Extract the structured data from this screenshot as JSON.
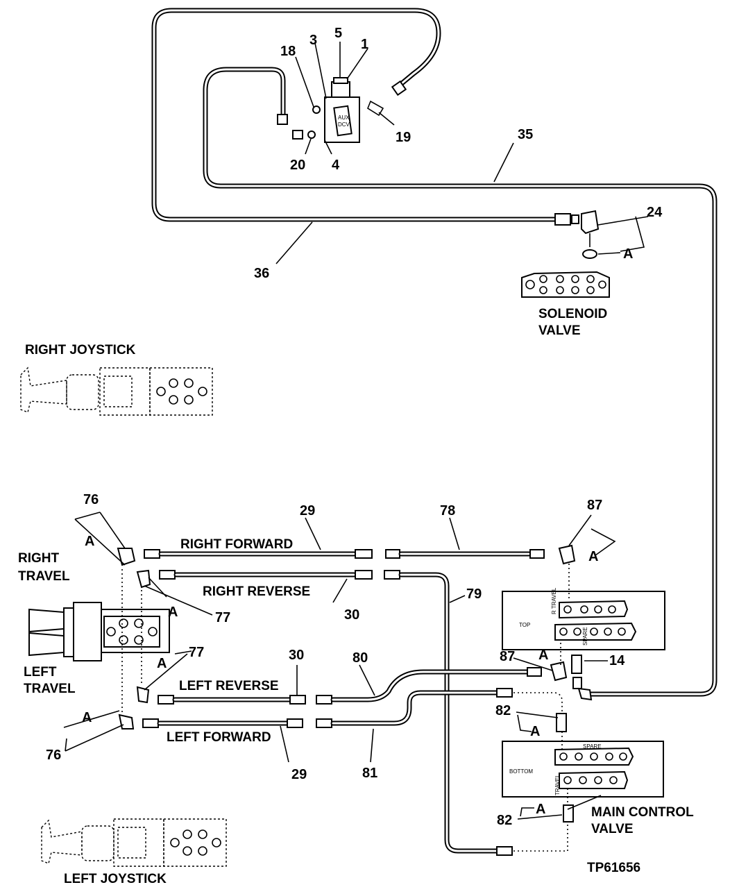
{
  "figure_id": "TP61656",
  "components": {
    "right_joystick": "RIGHT JOYSTICK",
    "left_joystick": "LEFT JOYSTICK",
    "solenoid_valve_line1": "SOLENOID",
    "solenoid_valve_line2": "VALVE",
    "main_control_valve_line1": "MAIN CONTROL",
    "main_control_valve_line2": "VALVE",
    "right_travel_line1": "RIGHT",
    "right_travel_line2": "TRAVEL",
    "left_travel_line1": "LEFT",
    "left_travel_line2": "TRAVEL",
    "aux_dcv_line1": "AUX",
    "aux_dcv_line2": "DCV",
    "valve_top": "TOP",
    "valve_bottom": "BOTTOM",
    "port_r_travel": "R TRAVEL",
    "port_spare_top": "SPARE",
    "port_spare_bottom": "SPARE",
    "port_travel": "TRAVEL"
  },
  "hoses": {
    "right_forward": "RIGHT FORWARD",
    "right_reverse": "RIGHT REVERSE",
    "left_reverse": "LEFT REVERSE",
    "left_forward": "LEFT FORWARD"
  },
  "detail_letter": "A",
  "callouts": {
    "c1": "1",
    "c3": "3",
    "c4": "4",
    "c5": "5",
    "c14": "14",
    "c18": "18",
    "c19": "19",
    "c20": "20",
    "c24": "24",
    "c29": "29",
    "c30": "30",
    "c35": "35",
    "c36": "36",
    "c76": "76",
    "c77": "77",
    "c78": "78",
    "c79": "79",
    "c80": "80",
    "c81": "81",
    "c82": "82",
    "c87": "87"
  }
}
